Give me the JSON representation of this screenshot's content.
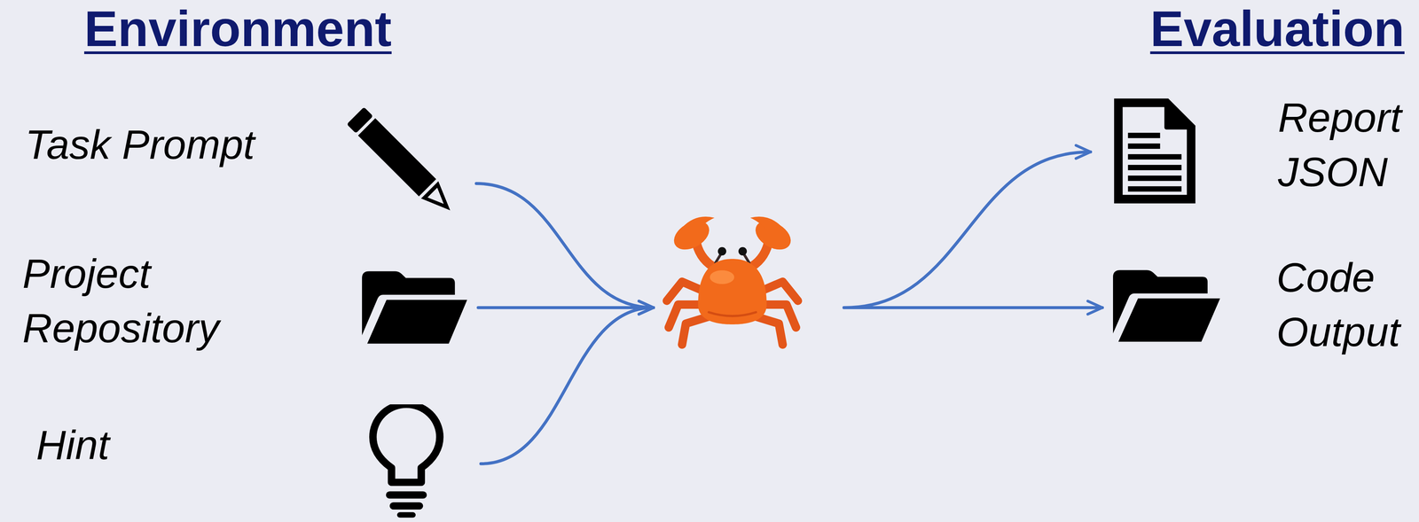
{
  "diagram": {
    "nodes": [
      {
        "text": [
          "Task Prompt"
        ]
      },
      {
        "text": [
          "Project Repository"
        ]
      },
      {
        "text": [
          "Hint"
        ]
      },
      {
        "text": []
      },
      {
        "text": [
          "Report JSON"
        ]
      },
      {
        "text": [
          "Code Output"
        ]
      }
    ],
    "edges": [
      {
        "from": 0,
        "to": 3,
        "arrow": "to"
      },
      {
        "from": 1,
        "to": 3,
        "arrow": "to"
      },
      {
        "from": 2,
        "to": 3,
        "arrow": "to"
      },
      {
        "from": 3,
        "to": 4,
        "arrow": "to"
      },
      {
        "from": 3,
        "to": 5,
        "arrow": "to"
      }
    ],
    "labels": [
      "Environment",
      "Evaluation"
    ]
  }
}
